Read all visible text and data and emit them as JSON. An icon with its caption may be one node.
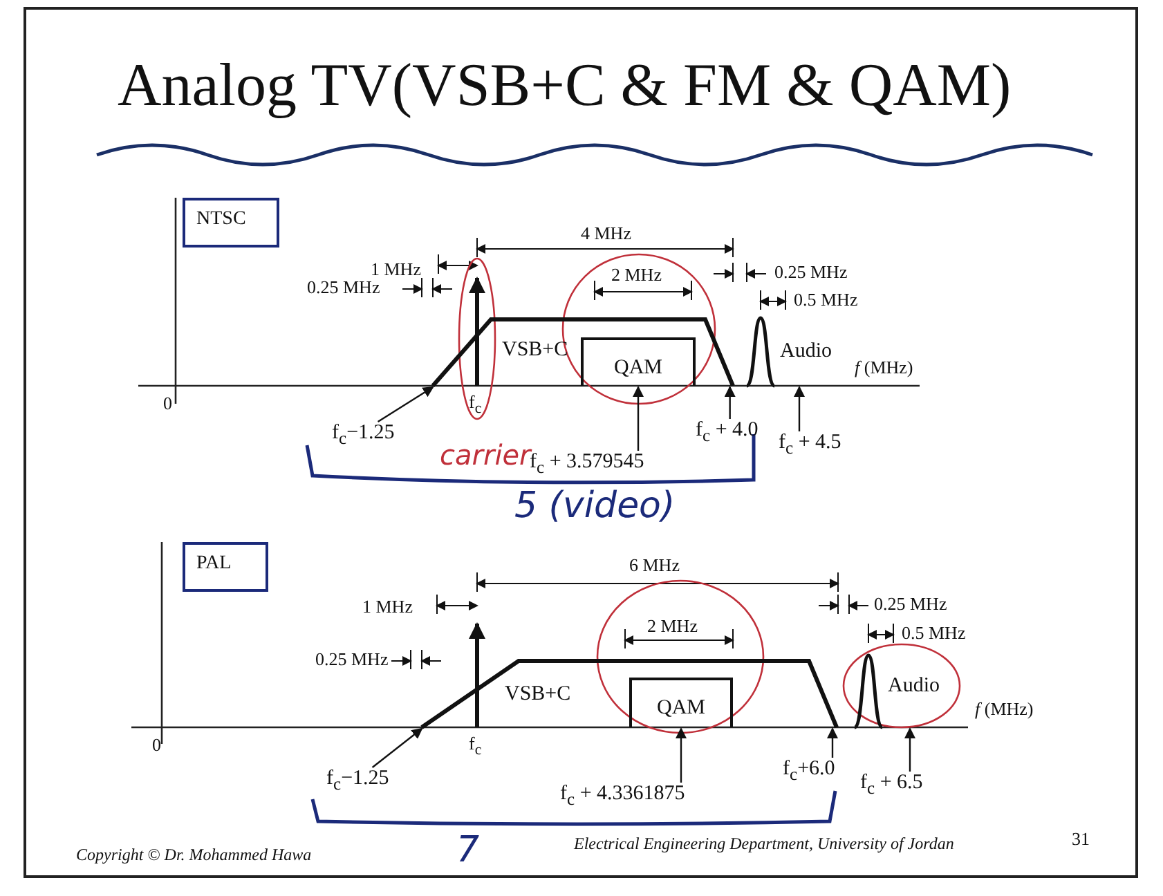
{
  "diagram": {
    "title": "Analog TV(VSB+C & FM & QAM)",
    "nodes": [
      {
        "text": [
          "NTSC"
        ]
      },
      {
        "text": [
          "VSB+C"
        ]
      },
      {
        "text": [
          "QAM"
        ],
        "in": 1
      },
      {
        "text": [
          "Audio"
        ]
      },
      {
        "text": [
          "f$_{c}$−1.25"
        ]
      },
      {
        "text": [
          "f$_{c}$ + 3.579545"
        ]
      },
      {
        "text": [
          "f$_{c}$ + 4.0"
        ]
      },
      {
        "text": [
          "f$_{c}$ + 4.5"
        ]
      },
      {
        "text": [
          "PAL"
        ]
      },
      {
        "text": [
          "VSB+C"
        ]
      },
      {
        "text": [
          "QAM"
        ],
        "in": 9
      },
      {
        "text": [
          "Audio"
        ]
      },
      {
        "text": [
          "f$_{c}$−1.25"
        ]
      },
      {
        "text": [
          "f$_{c}$ + 4.3361875"
        ]
      },
      {
        "text": [
          "f$_{c}$+6.0"
        ]
      },
      {
        "text": [
          "f$_{c}$ + 6.5"
        ]
      }
    ],
    "edges": [
      {
        "from": 4,
        "to": 1,
        "arrow": "to"
      },
      {
        "from": 5,
        "to": 2,
        "arrow": "to"
      },
      {
        "from": 6,
        "to": 1,
        "arrow": "to"
      },
      {
        "from": 7,
        "to": 3,
        "arrow": "to"
      },
      {
        "from": 12,
        "to": 9,
        "arrow": "to"
      },
      {
        "from": 13,
        "to": 10,
        "arrow": "to"
      },
      {
        "from": 14,
        "to": 9,
        "arrow": "to"
      },
      {
        "from": 15,
        "to": 11,
        "arrow": "to"
      }
    ],
    "labels": [
      "0",
      "4 MHz",
      "1 MHz",
      "2 MHz",
      "0.25 MHz",
      "0.25 MHz",
      "0.5 MHz",
      "f$_{c}$",
      "*f* (MHz)",
      "carrier",
      "5 (video)",
      "0",
      "6 MHz",
      "1 MHz",
      "2 MHz",
      "0.25 MHz",
      "0.25 MHz",
      "0.5 MHz",
      "f$_{c}$",
      "*f* (MHz)",
      "7",
      "Copyright © Dr. Mohammed Hawa",
      "Electrical Engineering Department, University of Jordan",
      "31"
    ]
  }
}
